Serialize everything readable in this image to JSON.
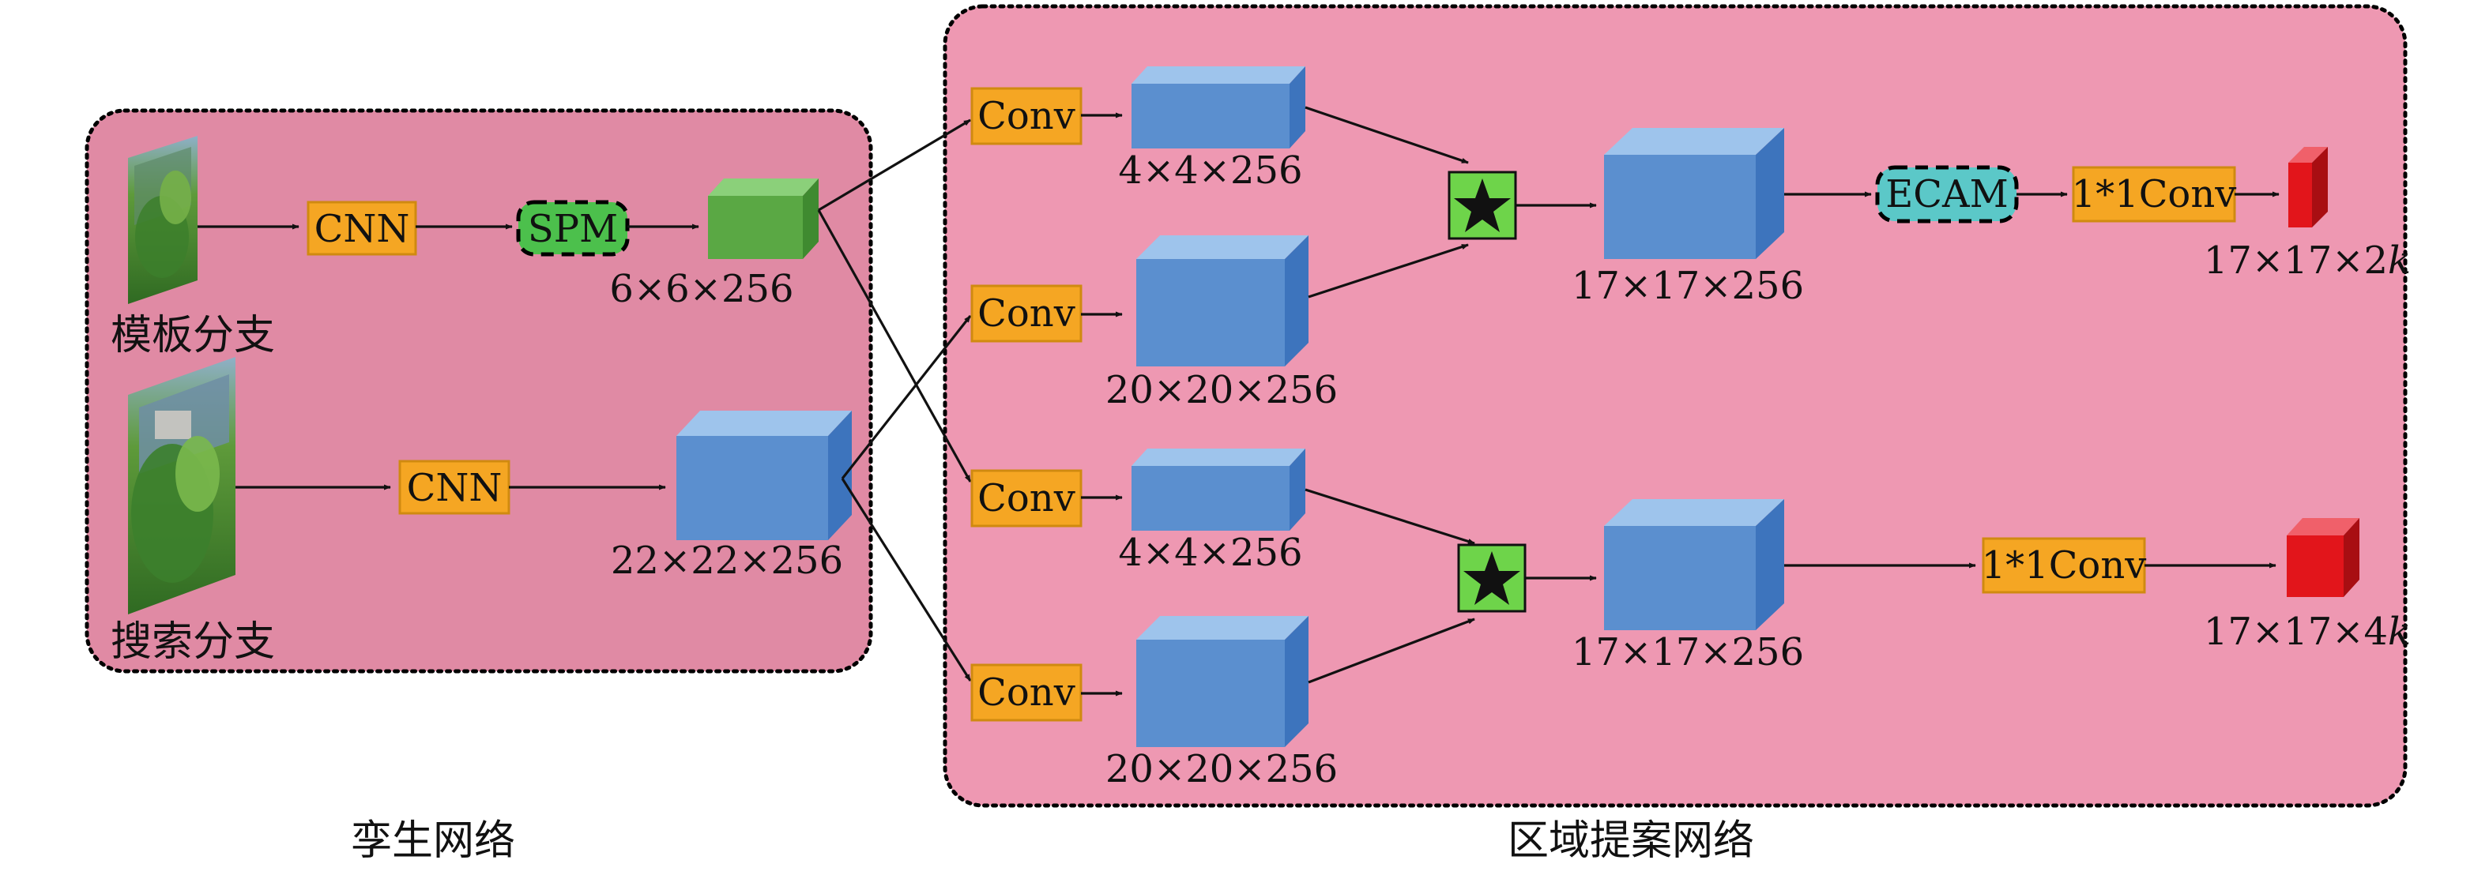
{
  "diagram": {
    "siamese": {
      "title": "孪生网络",
      "template_branch": "模板分支",
      "search_branch": "搜索分支",
      "template_cnn": "CNN",
      "search_cnn": "CNN",
      "spm": "SPM",
      "template_feature": "6×6×256",
      "search_feature": "22×22×256"
    },
    "rpn": {
      "title": "区域提案网络",
      "conv_labels": [
        "Conv",
        "Conv",
        "Conv",
        "Conv"
      ],
      "conv_outputs": [
        "4×4×256",
        "20×20×256",
        "4×4×256",
        "20×20×256"
      ],
      "fused_top": "17×17×256",
      "fused_bottom": "17×17×256",
      "ecam": "ECAM",
      "conv1x1_top": "1*1Conv",
      "conv1x1_bottom": "1*1Conv",
      "out_top_prefix": "17×17×2",
      "out_bottom_prefix": "17×17×4",
      "out_var": "k"
    },
    "colors": {
      "panel_left": "#e08aa4",
      "panel_right": "#ee98b2",
      "feature_blue": "#5b8fcf",
      "feature_green": "#5aa844",
      "conv_orange": "#f5a623",
      "spm_green": "#4cc04c",
      "ecam_cyan": "#5bc8c8",
      "output_red": "#e2151b",
      "corr_green": "#6ed44a"
    },
    "icons": [
      "star-icon"
    ]
  }
}
